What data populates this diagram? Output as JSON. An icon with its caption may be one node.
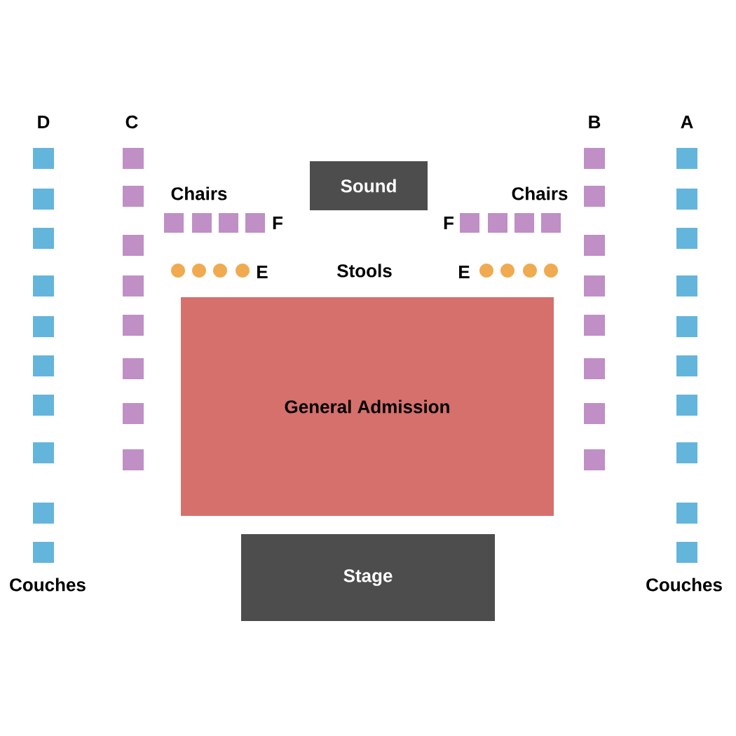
{
  "diagram": {
    "nodes": [
      {
        "text": [
          "Sound"
        ]
      },
      {
        "text": [
          "General Admission"
        ]
      },
      {
        "text": [
          "Stage"
        ]
      }
    ],
    "labels": [
      "D",
      "C",
      "B",
      "A",
      "Chairs",
      "Chairs",
      "F",
      "F",
      "E",
      "Stools",
      "E",
      "Couches",
      "Couches"
    ]
  }
}
